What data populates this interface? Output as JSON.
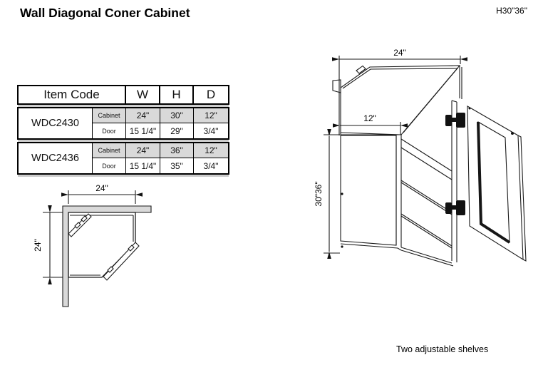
{
  "page": {
    "title": "Wall Diagonal Coner Cabinet",
    "height_note": "H30\"36\"",
    "footer_note": "Two adjustable shelves"
  },
  "table": {
    "header": {
      "item_code": "Item Code",
      "w": "W",
      "h": "H",
      "d": "D"
    },
    "row_labels": {
      "cabinet": "Cabinet",
      "door": "Door"
    },
    "items": [
      {
        "code": "WDC2430",
        "cabinet": {
          "w": "24\"",
          "h": "30\"",
          "d": "12\""
        },
        "door": {
          "w": "15 1/4\"",
          "h": "29\"",
          "d": "3/4\""
        }
      },
      {
        "code": "WDC2436",
        "cabinet": {
          "w": "24\"",
          "h": "36\"",
          "d": "12\""
        },
        "door": {
          "w": "15 1/4\"",
          "h": "35\"",
          "d": "3/4\""
        }
      }
    ]
  },
  "plan_view": {
    "width_label": "24\"",
    "depth_label": "24\""
  },
  "iso_view": {
    "top_width_label": "24\"",
    "side_width_label": "12\"",
    "height_label": "30\"36\""
  },
  "colors": {
    "line": "#1a1a1a",
    "wall_fill": "#d9d9d9",
    "row_shade": "#d9d9d9",
    "hinge": "#111111"
  }
}
